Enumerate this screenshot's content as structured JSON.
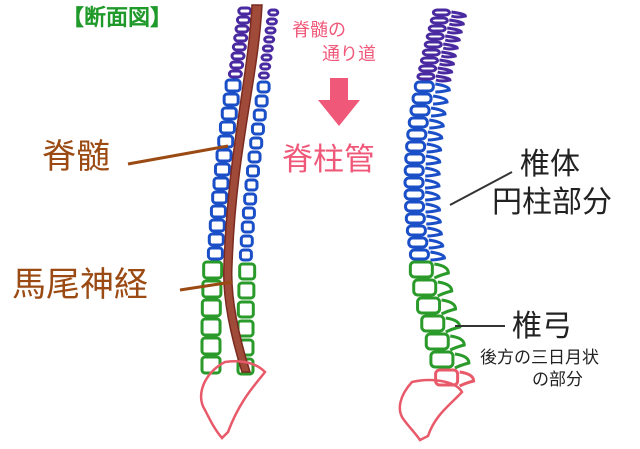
{
  "title": "【断面図】",
  "annotation": {
    "line1": "脊髄の",
    "line2": "通り道"
  },
  "arrow_icon": "down-arrow-icon",
  "canal_label": "脊柱管",
  "left_labels": {
    "cord": "脊髄",
    "cauda": "馬尾神経"
  },
  "right_labels": {
    "body_line1": "椎体",
    "body_line2": "円柱部分",
    "arch": "椎弓",
    "arch_note_line1": "後方の三日月状",
    "arch_note_line2": "の部分"
  },
  "colors": {
    "cervical": "#4a2aa0",
    "thoracic": "#1a4fc8",
    "lumbar": "#2a9a2a",
    "sacrum": "#e85a6a",
    "cord": "#a04a3a",
    "accent": "#f0587a",
    "label_brown": "#9a4a12"
  }
}
